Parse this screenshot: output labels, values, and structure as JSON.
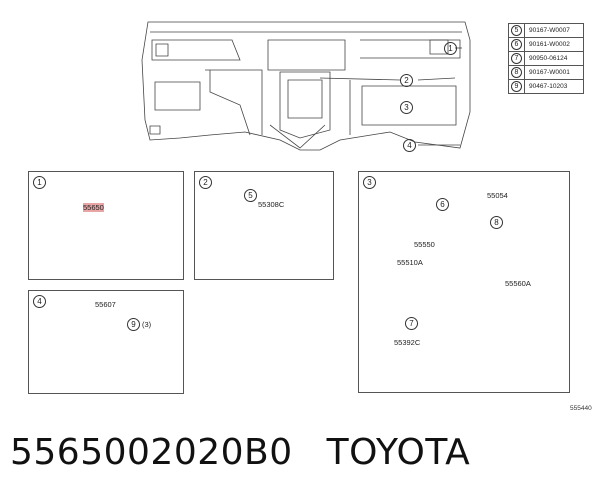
{
  "legend": [
    {
      "num": "5",
      "part": "90167-W0007"
    },
    {
      "num": "6",
      "part": "90161-W0002"
    },
    {
      "num": "7",
      "part": "90950-06124"
    },
    {
      "num": "8",
      "part": "90167-W0001"
    },
    {
      "num": "9",
      "part": "90467-10203"
    }
  ],
  "overview_callouts": [
    "1",
    "2",
    "3",
    "4"
  ],
  "panels": {
    "p1": {
      "num": "1",
      "label": "55650"
    },
    "p2": {
      "num": "2",
      "label": "55308C",
      "screw": "5"
    },
    "p3": {
      "num": "3",
      "labels": {
        "a": "55054",
        "b": "55550",
        "c": "55510A",
        "d": "55560A",
        "e": "55392C"
      },
      "screw6": "6",
      "screw8": "8",
      "clip7": "7"
    },
    "p4": {
      "num": "4",
      "label": "55607",
      "clip": "9",
      "qty": "(3)"
    }
  },
  "diagram_id": "555440",
  "footer": {
    "part_number": "5565002020B0",
    "brand": "TOYOTA"
  }
}
